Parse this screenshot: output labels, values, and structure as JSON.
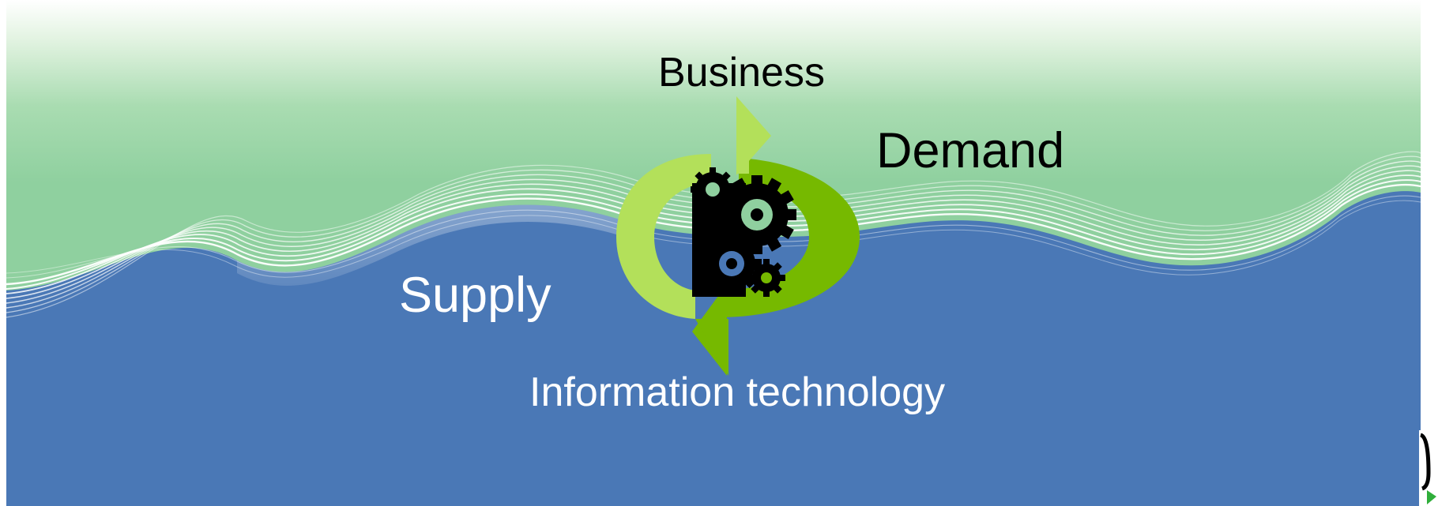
{
  "diagram": {
    "labels": {
      "business": "Business",
      "demand": "Demand",
      "supply": "Supply",
      "information_technology": "Information technology"
    },
    "icons": {
      "cycle": "cycle-arrows-icon",
      "gears": "gears-icon"
    },
    "colors": {
      "sky_top": "#ffffff",
      "sky_green": "#8fd09f",
      "water_blue": "#4a78b6",
      "arrow_light_green": "#b3e05a",
      "arrow_dark_green": "#76b900",
      "wave_lines": "#ffffff",
      "gear_fill": "#000000"
    }
  }
}
